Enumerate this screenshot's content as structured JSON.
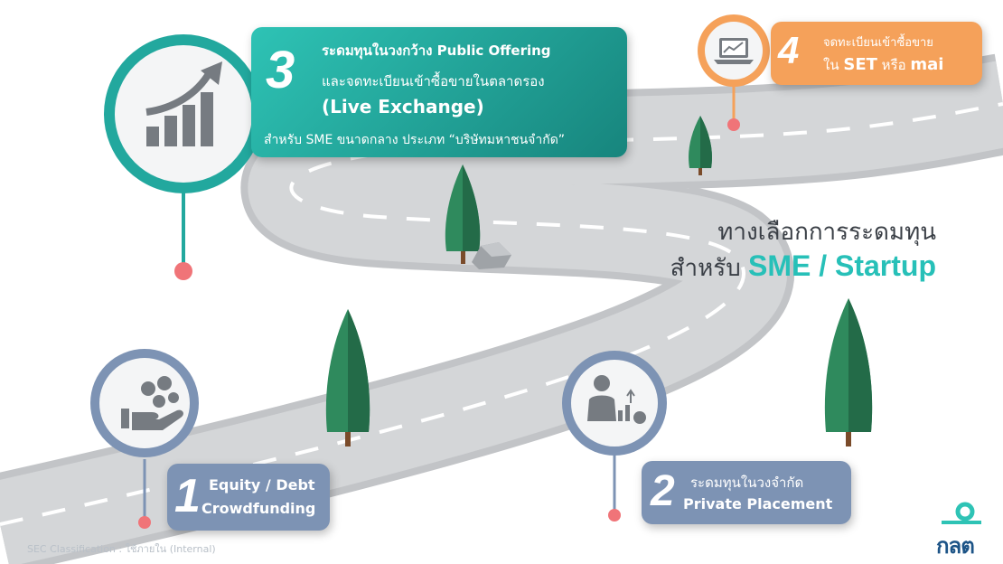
{
  "step3": {
    "number": "3",
    "line1": "ระดมทุนในวงกว้าง Public Offering",
    "line2": "และจดทะเบียนเข้าซื้อขายในตลาดรอง",
    "line3": "(Live Exchange)",
    "line4": "สำหรับ SME ขนาดกลาง ประเภท “บริษัทมหาชนจำกัด”",
    "icon": "growth-bar-chart-icon",
    "color": "#22a89e"
  },
  "step4": {
    "number": "4",
    "line1": "จดทะเบียนเข้าซื้อขาย",
    "line2_prefix": "ใน ",
    "line2_set": "SET",
    "line2_mid": " หรือ ",
    "line2_mai": "mai",
    "icon": "laptop-chart-icon",
    "color": "#f5a15a"
  },
  "step1": {
    "number": "1",
    "line1": "Equity / Debt",
    "line2": "Crowdfunding",
    "icon": "hand-with-coins-icon",
    "color": "#7d93b4"
  },
  "step2": {
    "number": "2",
    "line1": "ระดมทุนในวงจำกัด",
    "line2": "Private Placement",
    "icon": "businessman-growth-icon",
    "color": "#7d93b4"
  },
  "headline": {
    "line1": "ทางเลือกการระดมทุน",
    "line2_prefix": "สำหรับ ",
    "line2_highlight": "SME / Startup"
  },
  "footer": {
    "classification": "SEC Classification : ใช้ภายใน (Internal)"
  },
  "logo": {
    "text": "กลต",
    "icon": "sec-logo-icon"
  }
}
